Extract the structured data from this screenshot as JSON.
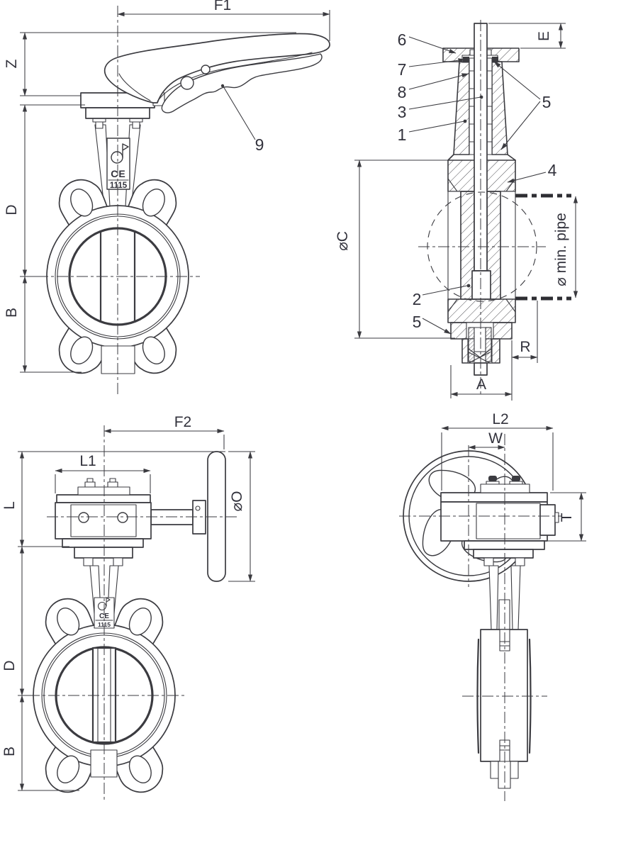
{
  "document": {
    "type": "Engineering technical drawing",
    "subject": "Wafer butterfly valve, four orthographic views"
  },
  "views": {
    "lever_front": {
      "name": "front view with hand lever",
      "dims": {
        "f1": "F1",
        "z": "Z",
        "d": "D",
        "b": "B"
      },
      "callouts": {
        "lever": "9"
      }
    },
    "section": {
      "name": "vertical cross section",
      "dims": {
        "e": "E",
        "body_diameter": "⌀C",
        "min_pipe": "⌀ min. pipe",
        "r": "R",
        "a": "A"
      },
      "callouts": {
        "n1": "1",
        "n2": "2",
        "n3": "3",
        "n4": "4",
        "n5": "5",
        "n5_lower": "5",
        "n6": "6",
        "n7": "7",
        "n8": "8"
      }
    },
    "gear_front": {
      "name": "front view with gear operator",
      "dims": {
        "f2": "F2",
        "l1": "L1",
        "l": "L",
        "wheel_diameter": "⌀O",
        "d": "D",
        "b": "B"
      }
    },
    "gear_side": {
      "name": "side view with handwheel",
      "dims": {
        "l2": "L2",
        "w": "W",
        "t": "T"
      }
    },
    "nameplate": {
      "ce_mark": "CE",
      "number": "1115"
    }
  },
  "colors": {
    "line": "#3b3b40",
    "text": "#32323c",
    "background": "#ffffff"
  }
}
